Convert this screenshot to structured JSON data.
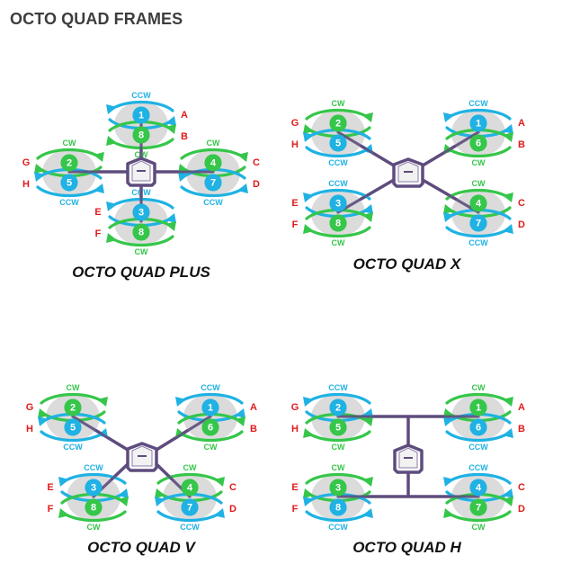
{
  "page_title": "OCTO QUAD FRAMES",
  "colors": {
    "cw": "#35c64a",
    "ccw": "#1fb2e3",
    "arm": "#5e4c7e",
    "letters": "#e01b1b",
    "disc": "#cfcfcf",
    "title": "#3d3d3d"
  },
  "icons": {
    "hub": "flight-controller-icon",
    "arrow": "rotation-arrow-icon"
  },
  "frames": [
    {
      "title": "OCTO QUAD PLUS",
      "arms": [
        {
          "top": {
            "number": "1",
            "letter": "A",
            "label": "CCW"
          },
          "bottom": {
            "number": "8",
            "letter": "B",
            "label": "CW"
          }
        },
        {
          "top": {
            "number": "2",
            "letter": "G",
            "label": "CW"
          },
          "bottom": {
            "number": "5",
            "letter": "H",
            "label": "CCW"
          }
        },
        {
          "top": {
            "number": "4",
            "letter": "C",
            "label": "CW"
          },
          "bottom": {
            "number": "7",
            "letter": "D",
            "label": "CCW"
          }
        },
        {
          "top": {
            "number": "3",
            "letter": "E",
            "label": "CCW"
          },
          "bottom": {
            "number": "8",
            "letter": "F",
            "label": "CW"
          }
        }
      ]
    },
    {
      "title": "OCTO QUAD X",
      "arms": [
        {
          "top": {
            "number": "2",
            "letter": "G",
            "label": "CW"
          },
          "bottom": {
            "number": "5",
            "letter": "H",
            "label": "CCW"
          }
        },
        {
          "top": {
            "number": "1",
            "letter": "A",
            "label": "CCW"
          },
          "bottom": {
            "number": "6",
            "letter": "B",
            "label": "CW"
          }
        },
        {
          "top": {
            "number": "3",
            "letter": "E",
            "label": "CCW"
          },
          "bottom": {
            "number": "8",
            "letter": "F",
            "label": "CW"
          }
        },
        {
          "top": {
            "number": "4",
            "letter": "C",
            "label": "CW"
          },
          "bottom": {
            "number": "7",
            "letter": "D",
            "label": "CCW"
          }
        }
      ]
    },
    {
      "title": "OCTO QUAD V",
      "arms": [
        {
          "top": {
            "number": "2",
            "letter": "G",
            "label": "CW"
          },
          "bottom": {
            "number": "5",
            "letter": "H",
            "label": "CCW"
          }
        },
        {
          "top": {
            "number": "1",
            "letter": "A",
            "label": "CCW"
          },
          "bottom": {
            "number": "6",
            "letter": "B",
            "label": "CW"
          }
        },
        {
          "top": {
            "number": "3",
            "letter": "E",
            "label": "CCW"
          },
          "bottom": {
            "number": "8",
            "letter": "F",
            "label": "CW"
          }
        },
        {
          "top": {
            "number": "4",
            "letter": "C",
            "label": "CW"
          },
          "bottom": {
            "number": "7",
            "letter": "D",
            "label": "CCW"
          }
        }
      ]
    },
    {
      "title": "OCTO QUAD H",
      "arms": [
        {
          "top": {
            "number": "2",
            "letter": "G",
            "label": "CCW"
          },
          "bottom": {
            "number": "5",
            "letter": "H",
            "label": "CW"
          }
        },
        {
          "top": {
            "number": "1",
            "letter": "A",
            "label": "CW"
          },
          "bottom": {
            "number": "6",
            "letter": "B",
            "label": "CCW"
          }
        },
        {
          "top": {
            "number": "3",
            "letter": "E",
            "label": "CW"
          },
          "bottom": {
            "number": "8",
            "letter": "F",
            "label": "CCW"
          }
        },
        {
          "top": {
            "number": "4",
            "letter": "C",
            "label": "CCW"
          },
          "bottom": {
            "number": "7",
            "letter": "D",
            "label": "CW"
          }
        }
      ]
    }
  ]
}
